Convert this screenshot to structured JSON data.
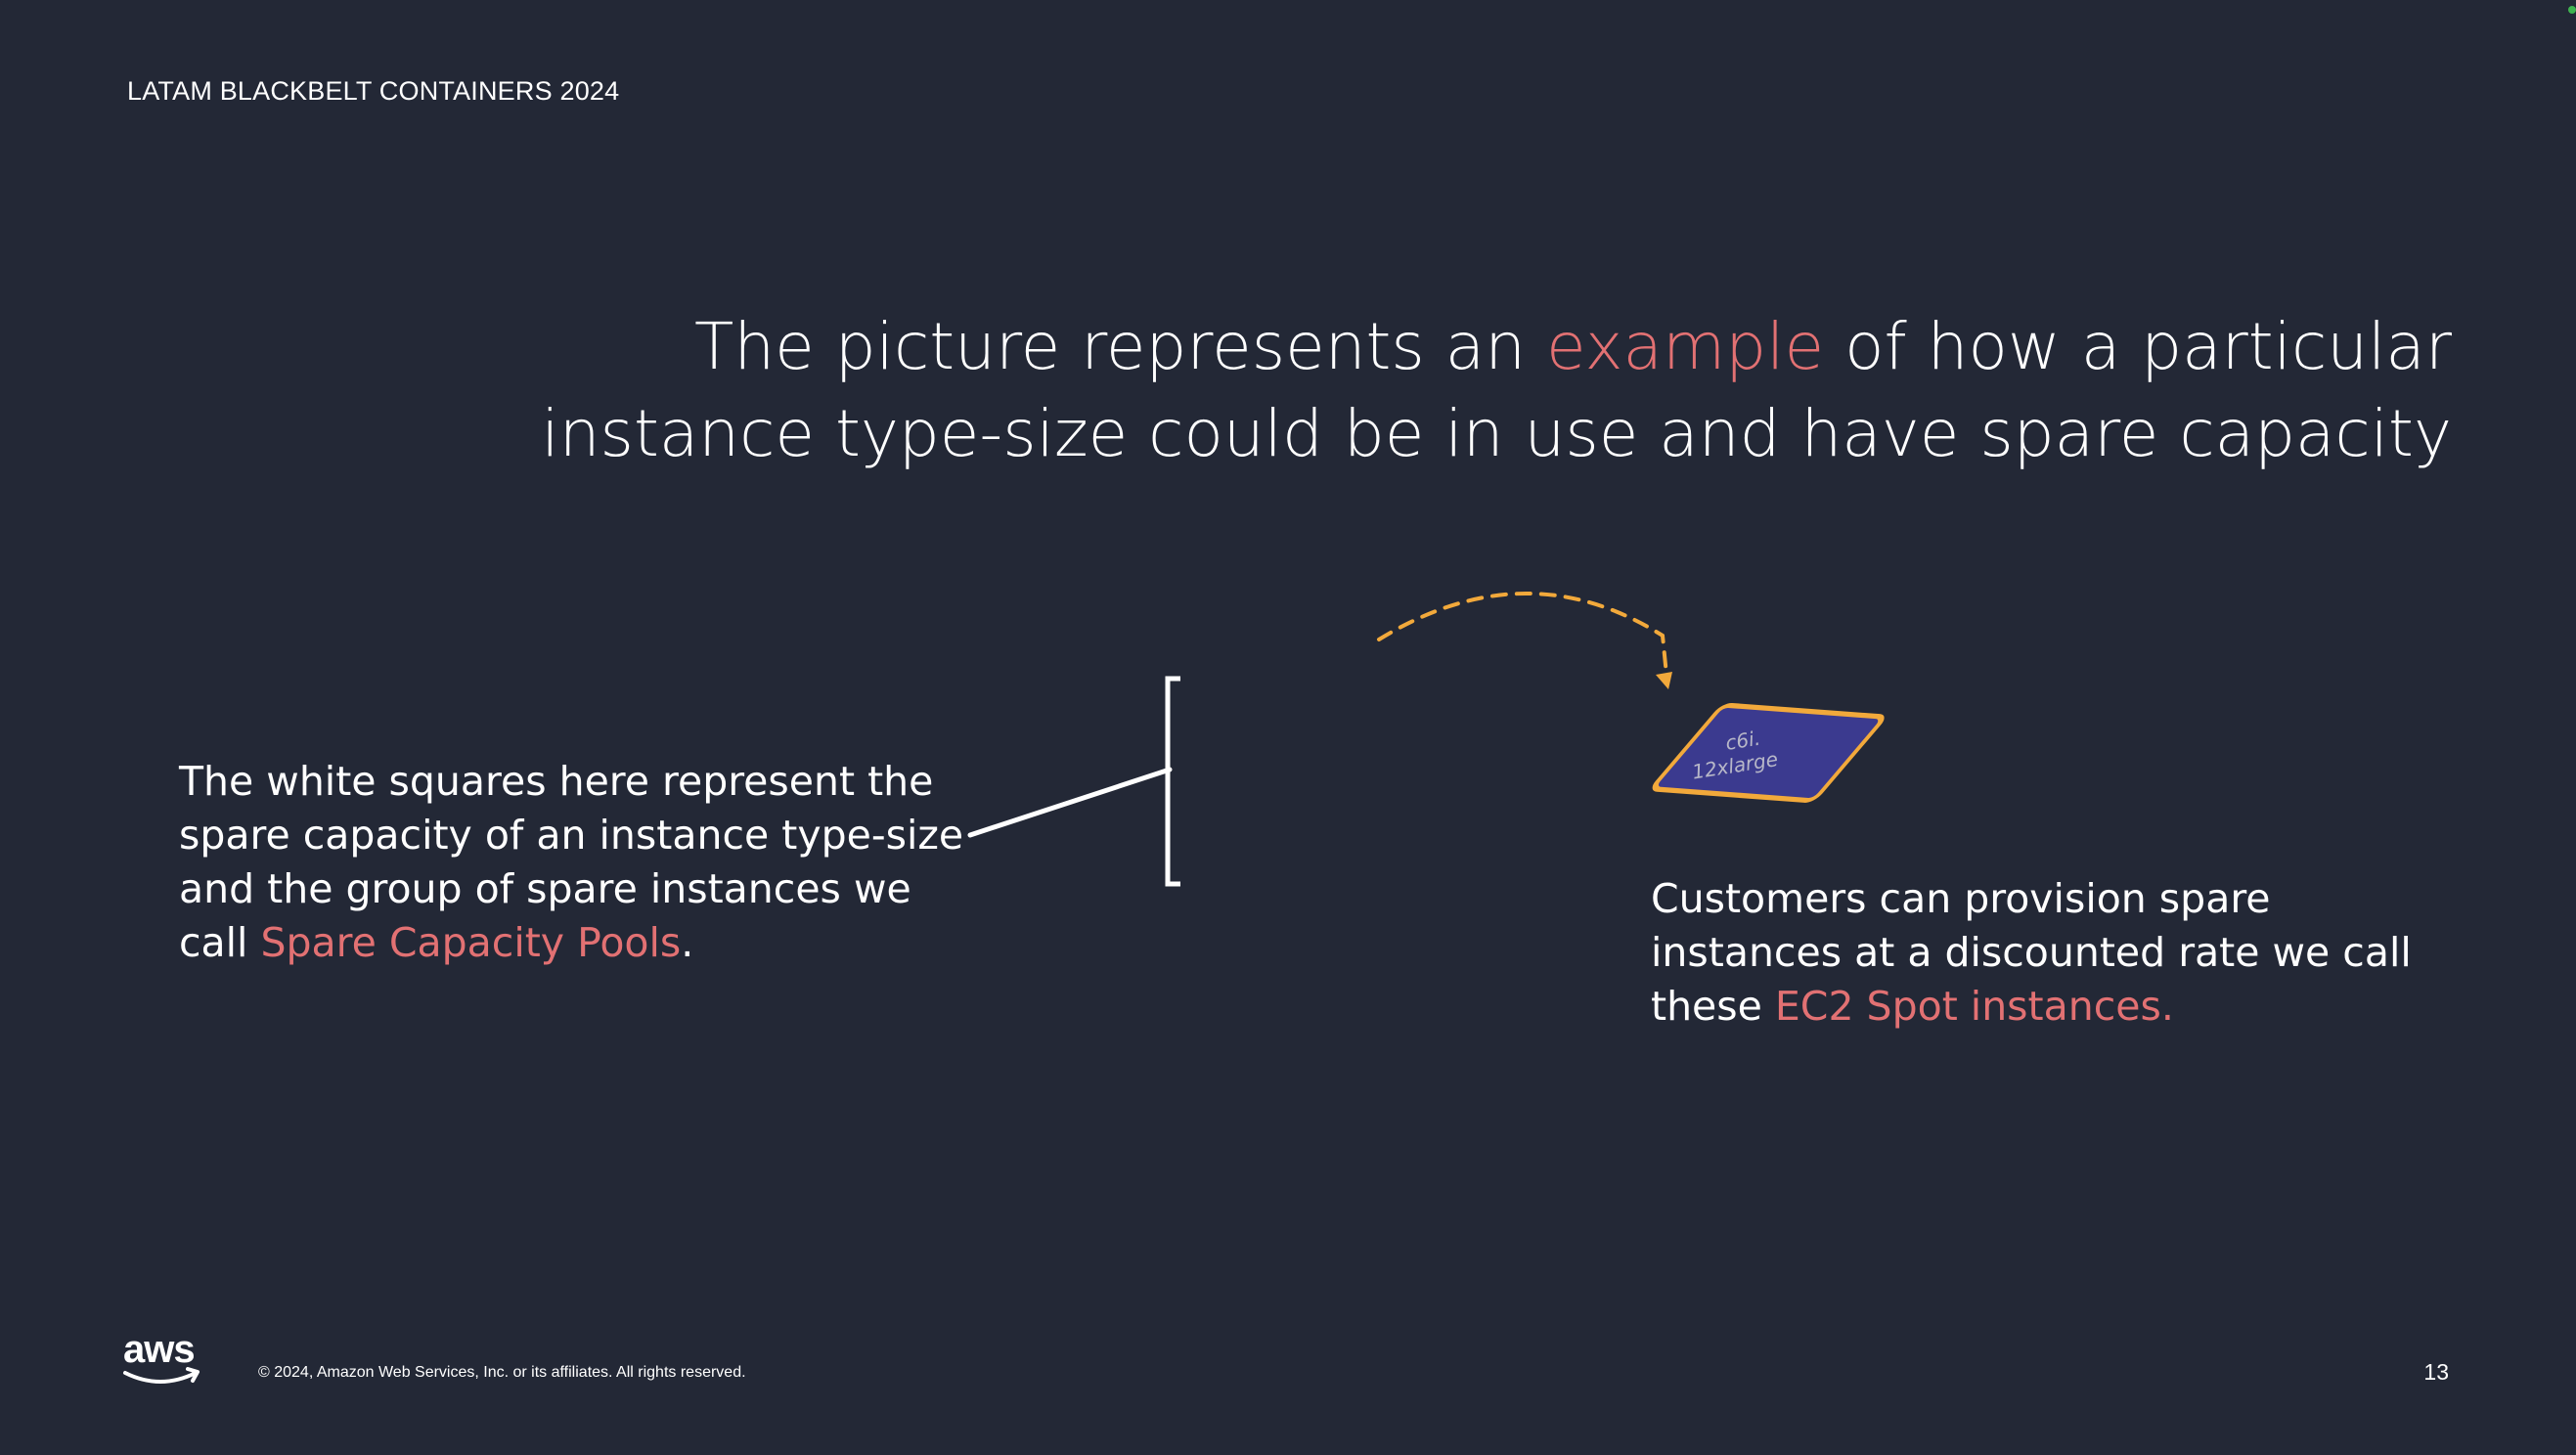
{
  "header": {
    "label": "LATAM BLACKBELT CONTAINERS 2024"
  },
  "title": {
    "line1_before": "The picture represents an ",
    "line1_accent": "example",
    "line1_after": " of how a particular",
    "line2": "instance type-size could be in use and have spare capacity"
  },
  "left_note": {
    "text": "The white squares here represent the spare capacity of an instance type-size and the group of spare instances we call ",
    "accent": "Spare Capacity Pools",
    "end": "."
  },
  "right_note": {
    "text": "Customers can provision spare instances at a discounted rate we call these ",
    "accent": "EC2 Spot instances."
  },
  "instance_card": {
    "line1": "c6i.",
    "line2": "12xlarge"
  },
  "footer": {
    "copyright": "© 2024, Amazon Web Services, Inc. or its affiliates. All rights reserved.",
    "page_number": "13",
    "logo_text": "aws"
  },
  "colors": {
    "background": "#232836",
    "accent": "#e27173",
    "card_fill": "#3b3a8f",
    "card_border": "#f2a93b",
    "arrow": "#f2a93b"
  }
}
